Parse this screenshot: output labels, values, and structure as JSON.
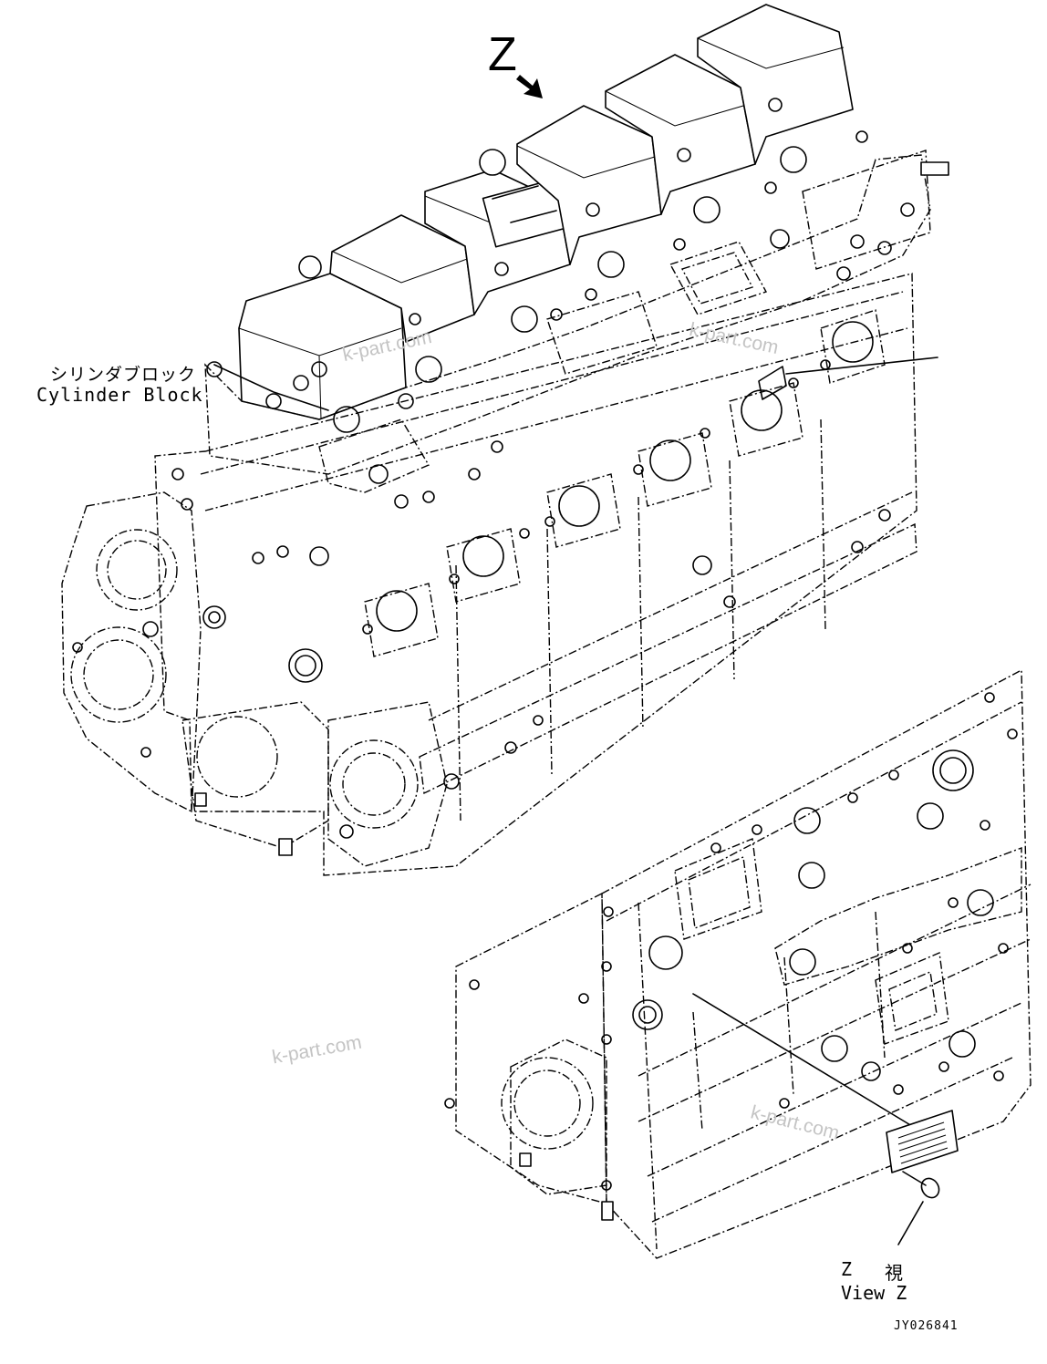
{
  "view_marker": "Z",
  "cylinder_block_label": {
    "jp": "シリンダブロック",
    "en": "Cylinder Block"
  },
  "view_label": {
    "jp_letter": "Z",
    "jp_char": "視",
    "en": "View Z"
  },
  "drawing_id": "JY026841",
  "watermarks": [
    "k-part.com",
    "k-part.com",
    "k-part.com",
    "k-part.com"
  ]
}
